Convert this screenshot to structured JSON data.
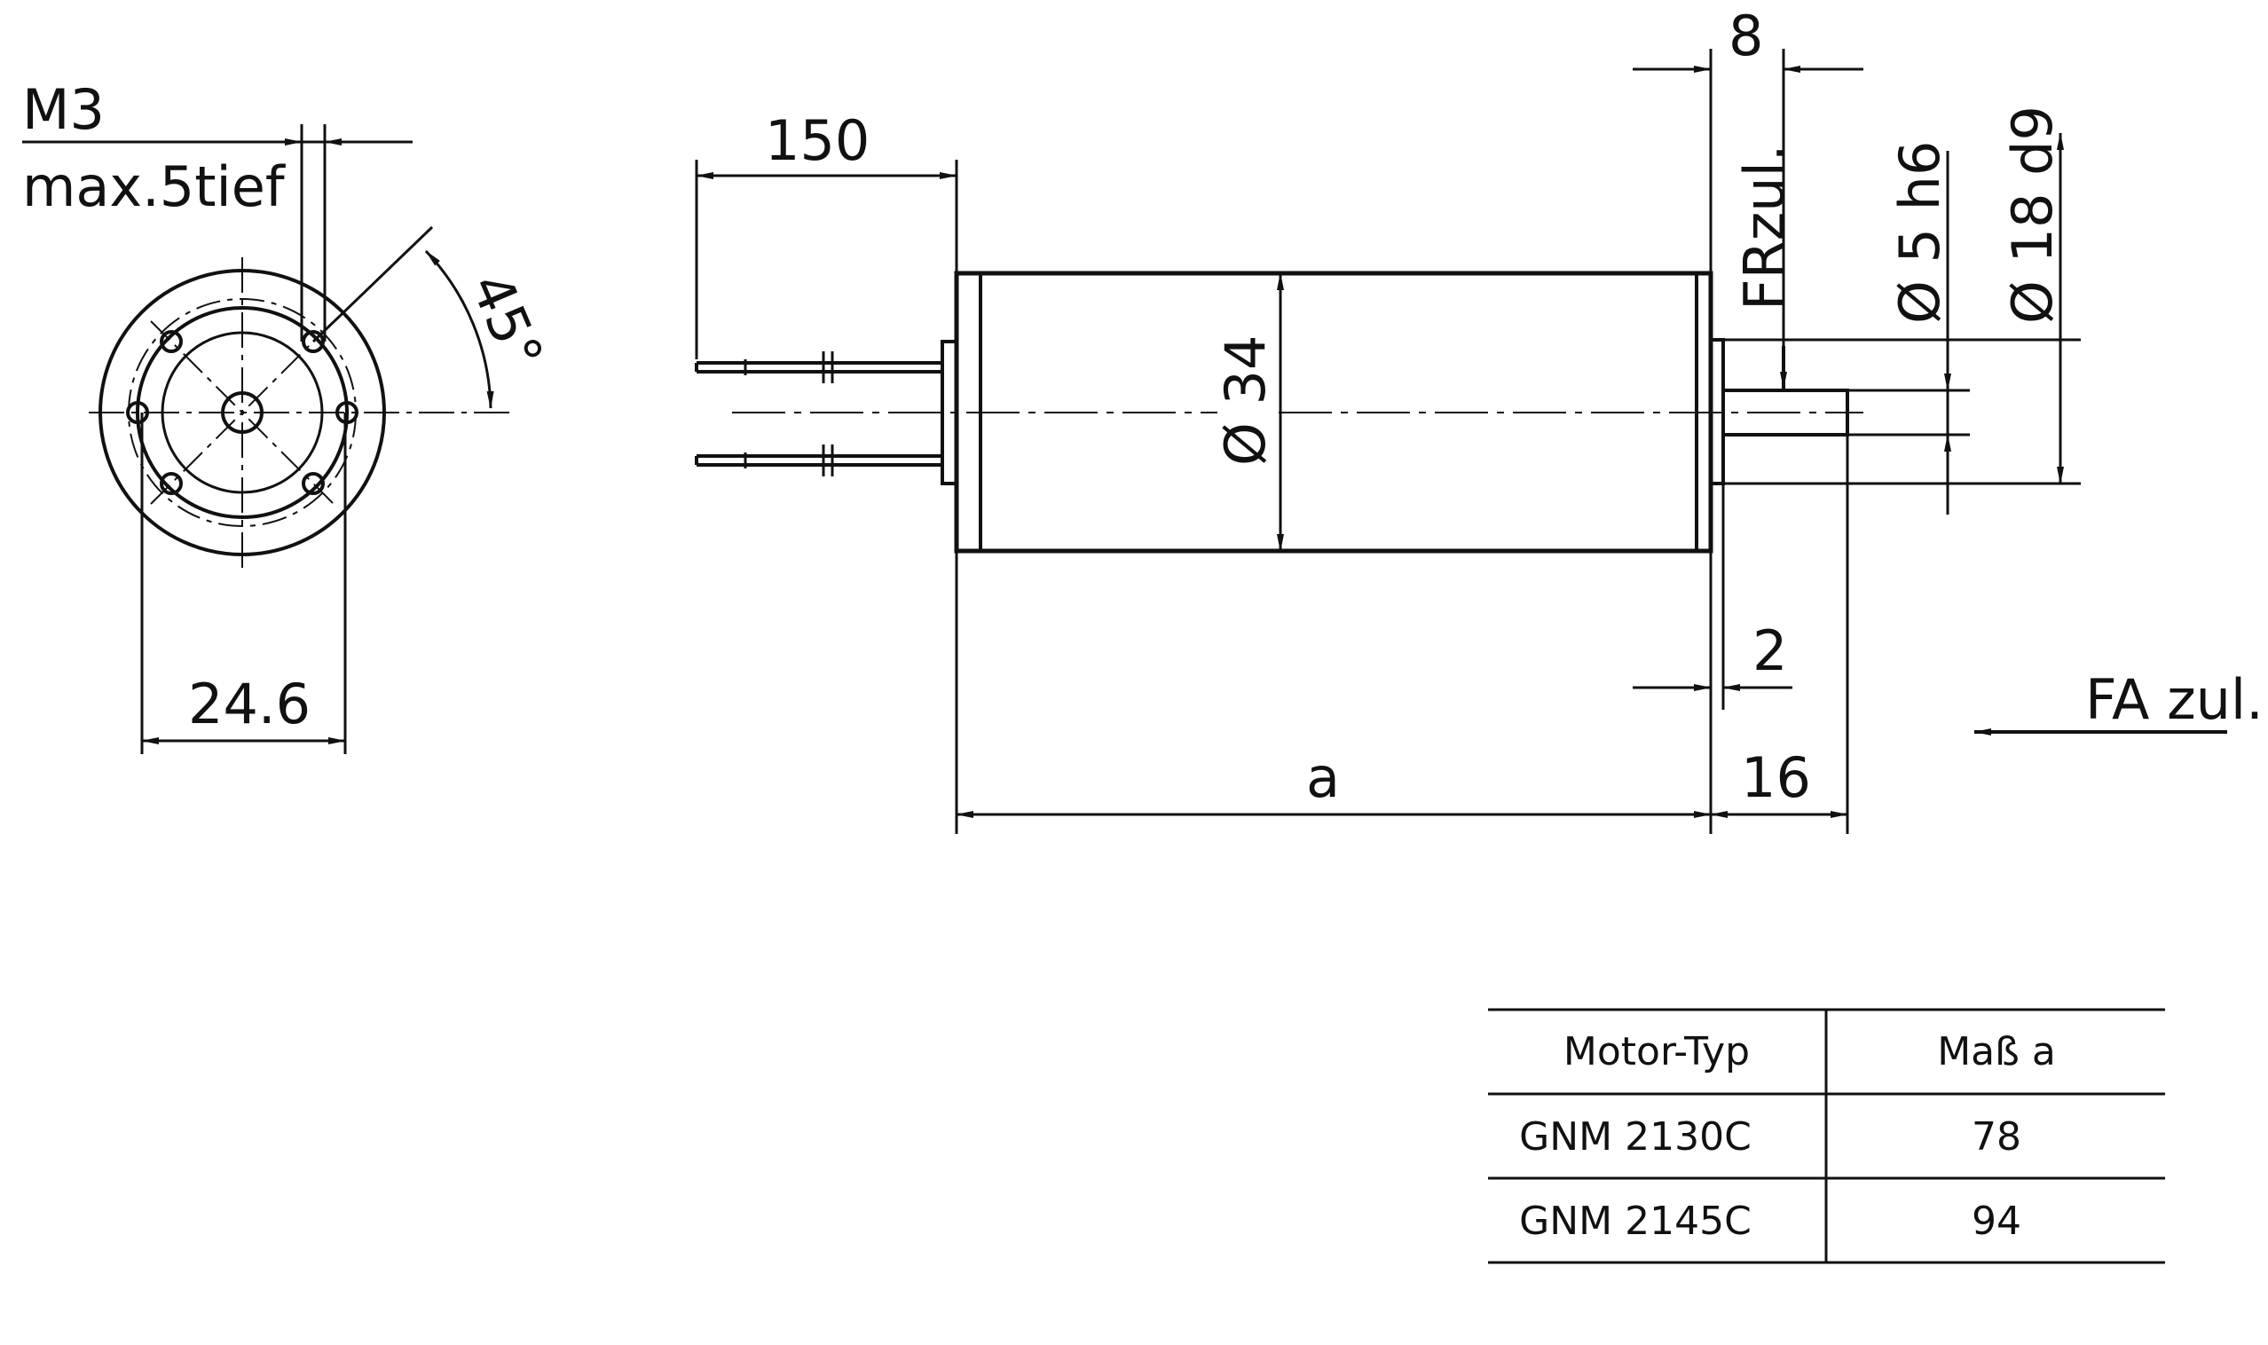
{
  "front_view": {
    "thread_label": "M3",
    "depth_label": "max.5tief",
    "angle_label": "45°",
    "hole_circle_label": "24.6"
  },
  "side_view": {
    "lead_length_label": "150",
    "body_diameter_label": "Ø 34",
    "shaft_diameter_label": "Ø 5 h6",
    "boss_diameter_label": "Ø 18 d9",
    "radial_force_label": "FRzul.",
    "axial_force_label": "FA zul.",
    "force_offset_label": "8",
    "boss_length_label": "2",
    "shaft_length_label": "16",
    "body_length_label": "a"
  },
  "table": {
    "headers": [
      "Motor-Typ",
      "Maß a"
    ],
    "rows": [
      [
        "GNM 2130C",
        "78"
      ],
      [
        "GNM 2145C",
        "94"
      ]
    ]
  }
}
